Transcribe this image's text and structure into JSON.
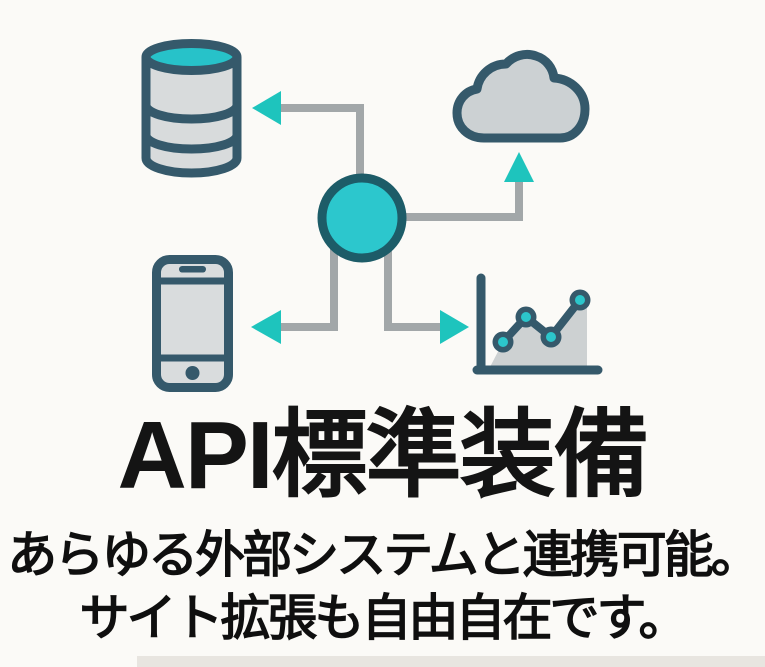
{
  "text": {
    "title": "API標準装備",
    "subtitle_line1": "あらゆる外部システムと連携可能。",
    "subtitle_line2": "サイト拡張も自由自在です。"
  },
  "illustration": {
    "description": "central hub circle connected by right-angle connectors with arrows to four system icons",
    "hub": {
      "shape": "circle",
      "fill": "#2cc7cd",
      "ring": "#1d5c68"
    },
    "nodes": [
      {
        "id": "database-icon",
        "position": "top-left",
        "arrow_direction": "left"
      },
      {
        "id": "cloud-icon",
        "position": "top-right",
        "arrow_direction": "up"
      },
      {
        "id": "smartphone-icon",
        "position": "bottom-left",
        "arrow_direction": "left"
      },
      {
        "id": "line-chart-icon",
        "position": "bottom-right",
        "arrow_direction": "right"
      }
    ],
    "colors": {
      "teal_accent": "#2cc7cd",
      "arrow_teal": "#1ec4bd",
      "icon_outline": "#35596b",
      "icon_fill_gray": "#d2d6d7",
      "connector_gray": "#a2a7a9",
      "background": "#fbfaf7",
      "text_black": "#141414"
    }
  }
}
